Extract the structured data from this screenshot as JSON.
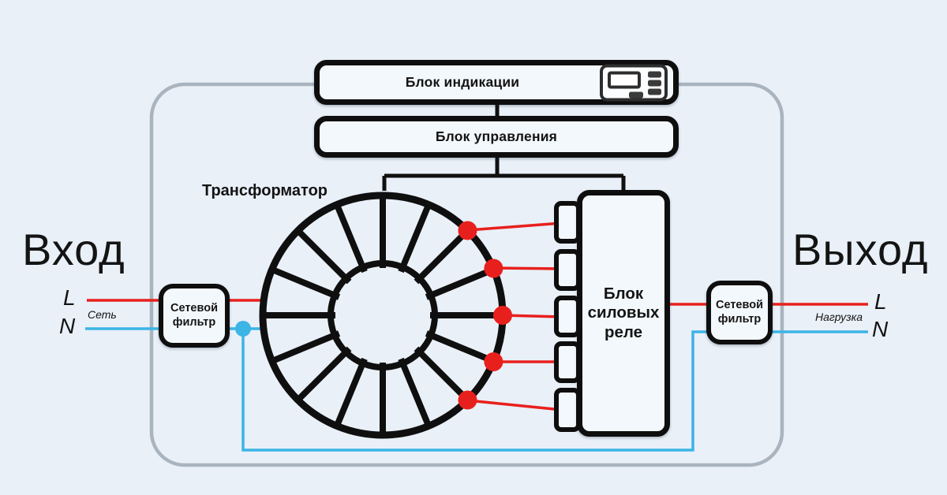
{
  "blocks": {
    "indication": {
      "label": "Блок индикации"
    },
    "control": {
      "label": "Блок управления"
    },
    "relay": {
      "label": "Блок силовых реле"
    },
    "input_filter": {
      "label": "Сетевой фильтр"
    },
    "output_filter": {
      "label": "Сетевой фильтр"
    },
    "transformer": {
      "label": "Трансформатор"
    }
  },
  "input": {
    "title": "Вход",
    "line_l": "L",
    "line_n": "N",
    "caption": "Сеть"
  },
  "output": {
    "title": "Выход",
    "line_l": "L",
    "line_n": "N",
    "caption": "Нагрузка"
  },
  "icons": {
    "indication_panel": "lcd-display-icon"
  },
  "taps": {
    "count": 5
  },
  "colors": {
    "phase_wire": "#e8201d",
    "neutral_wire": "#3cb4e5",
    "outline": "#0e0e0e",
    "enclosure": "#a9b4bf",
    "background": "#e9f0f8",
    "block_fill": "#f3f8fc"
  }
}
